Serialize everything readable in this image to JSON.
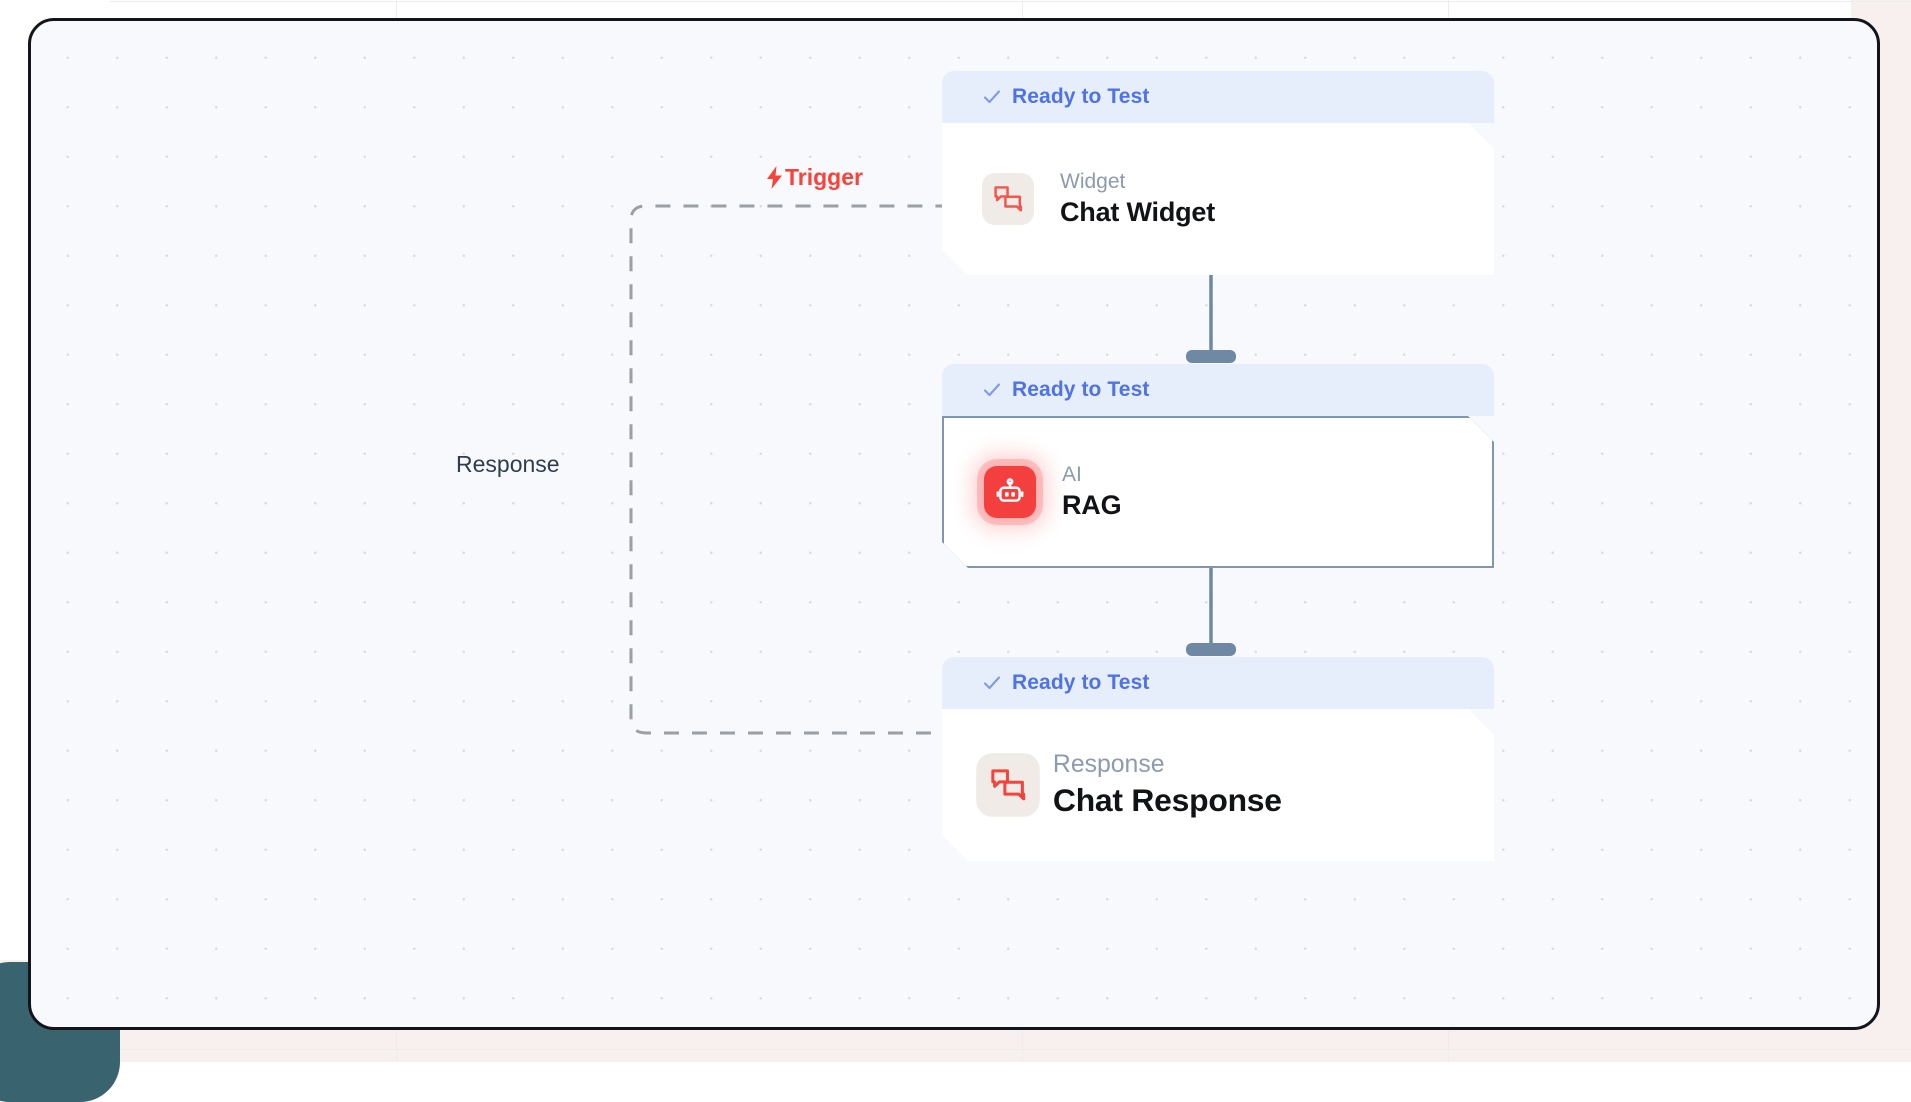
{
  "canvas": {
    "background_color": "#f7f9fc",
    "border_color": "#13151a",
    "dot_color": "#d7dce4"
  },
  "status_badge": {
    "label": "Ready to Test",
    "icon": "check-icon",
    "text_color": "#4e72e8",
    "bar_color": "#e7eefb"
  },
  "nodes": [
    {
      "id": "chat-widget",
      "status": "Ready to Test",
      "kind": "Widget",
      "title": "Chat Widget",
      "icon": "chat-bubbles-icon",
      "icon_color": "#f4433a",
      "icon_bg": "#f0ebe6",
      "selected": false
    },
    {
      "id": "rag",
      "status": "Ready to Test",
      "kind": "AI",
      "title": "RAG",
      "icon": "robot-icon",
      "icon_color": "#ffffff",
      "icon_bg": "#f43f3f",
      "selected": true
    },
    {
      "id": "chat-response",
      "status": "Ready to Test",
      "kind": "Response",
      "title": "Chat Response",
      "icon": "chat-bubbles-icon",
      "icon_color": "#f4433a",
      "icon_bg": "#f0ebe6",
      "selected": false
    }
  ],
  "edges": [
    {
      "id": "widget-to-rag",
      "from": "chat-widget",
      "to": "rag",
      "style": "solid",
      "color": "#6f89a4",
      "label": ""
    },
    {
      "id": "rag-to-response",
      "from": "rag",
      "to": "chat-response",
      "style": "solid",
      "color": "#6f89a4",
      "label": ""
    },
    {
      "id": "response-to-widget",
      "from": "chat-response",
      "to": "chat-widget",
      "style": "dashed",
      "color": "#9aa0a6",
      "label": "Response"
    }
  ],
  "edge_labels": {
    "trigger": {
      "text": "Trigger",
      "icon": "lightning-bolt-icon",
      "color": "#f8423a"
    },
    "response": {
      "text": "Response",
      "color": "#2f3d4f"
    }
  }
}
